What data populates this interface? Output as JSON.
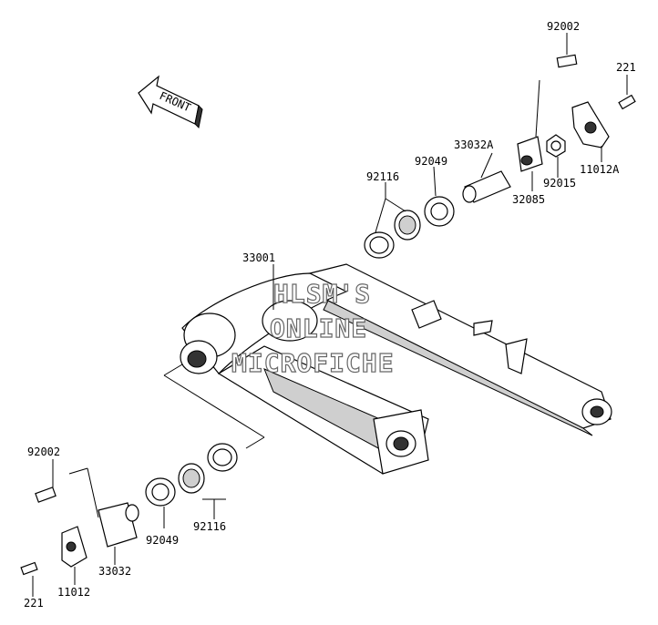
{
  "direction_marker": "FRONT",
  "watermark": {
    "line1": "HLSM'S",
    "line2": "ONLINE",
    "line3": "MICROFICHE"
  },
  "part_numbers": {
    "bolt_top": "92002",
    "bolt_top_right": "221",
    "pivot_shaft_right": "33032A",
    "seal_upper": "92049",
    "bearing_upper": "92116",
    "nut_upper": "92015",
    "holder_upper": "32085",
    "bracket_upper": "11012A",
    "swingarm": "33001",
    "bolt_lower": "92002",
    "pivot_shaft_left": "33032",
    "seal_lower": "92049",
    "bearing_lower": "92116",
    "bracket_lower": "11012",
    "bolt_lower_left": "221"
  }
}
